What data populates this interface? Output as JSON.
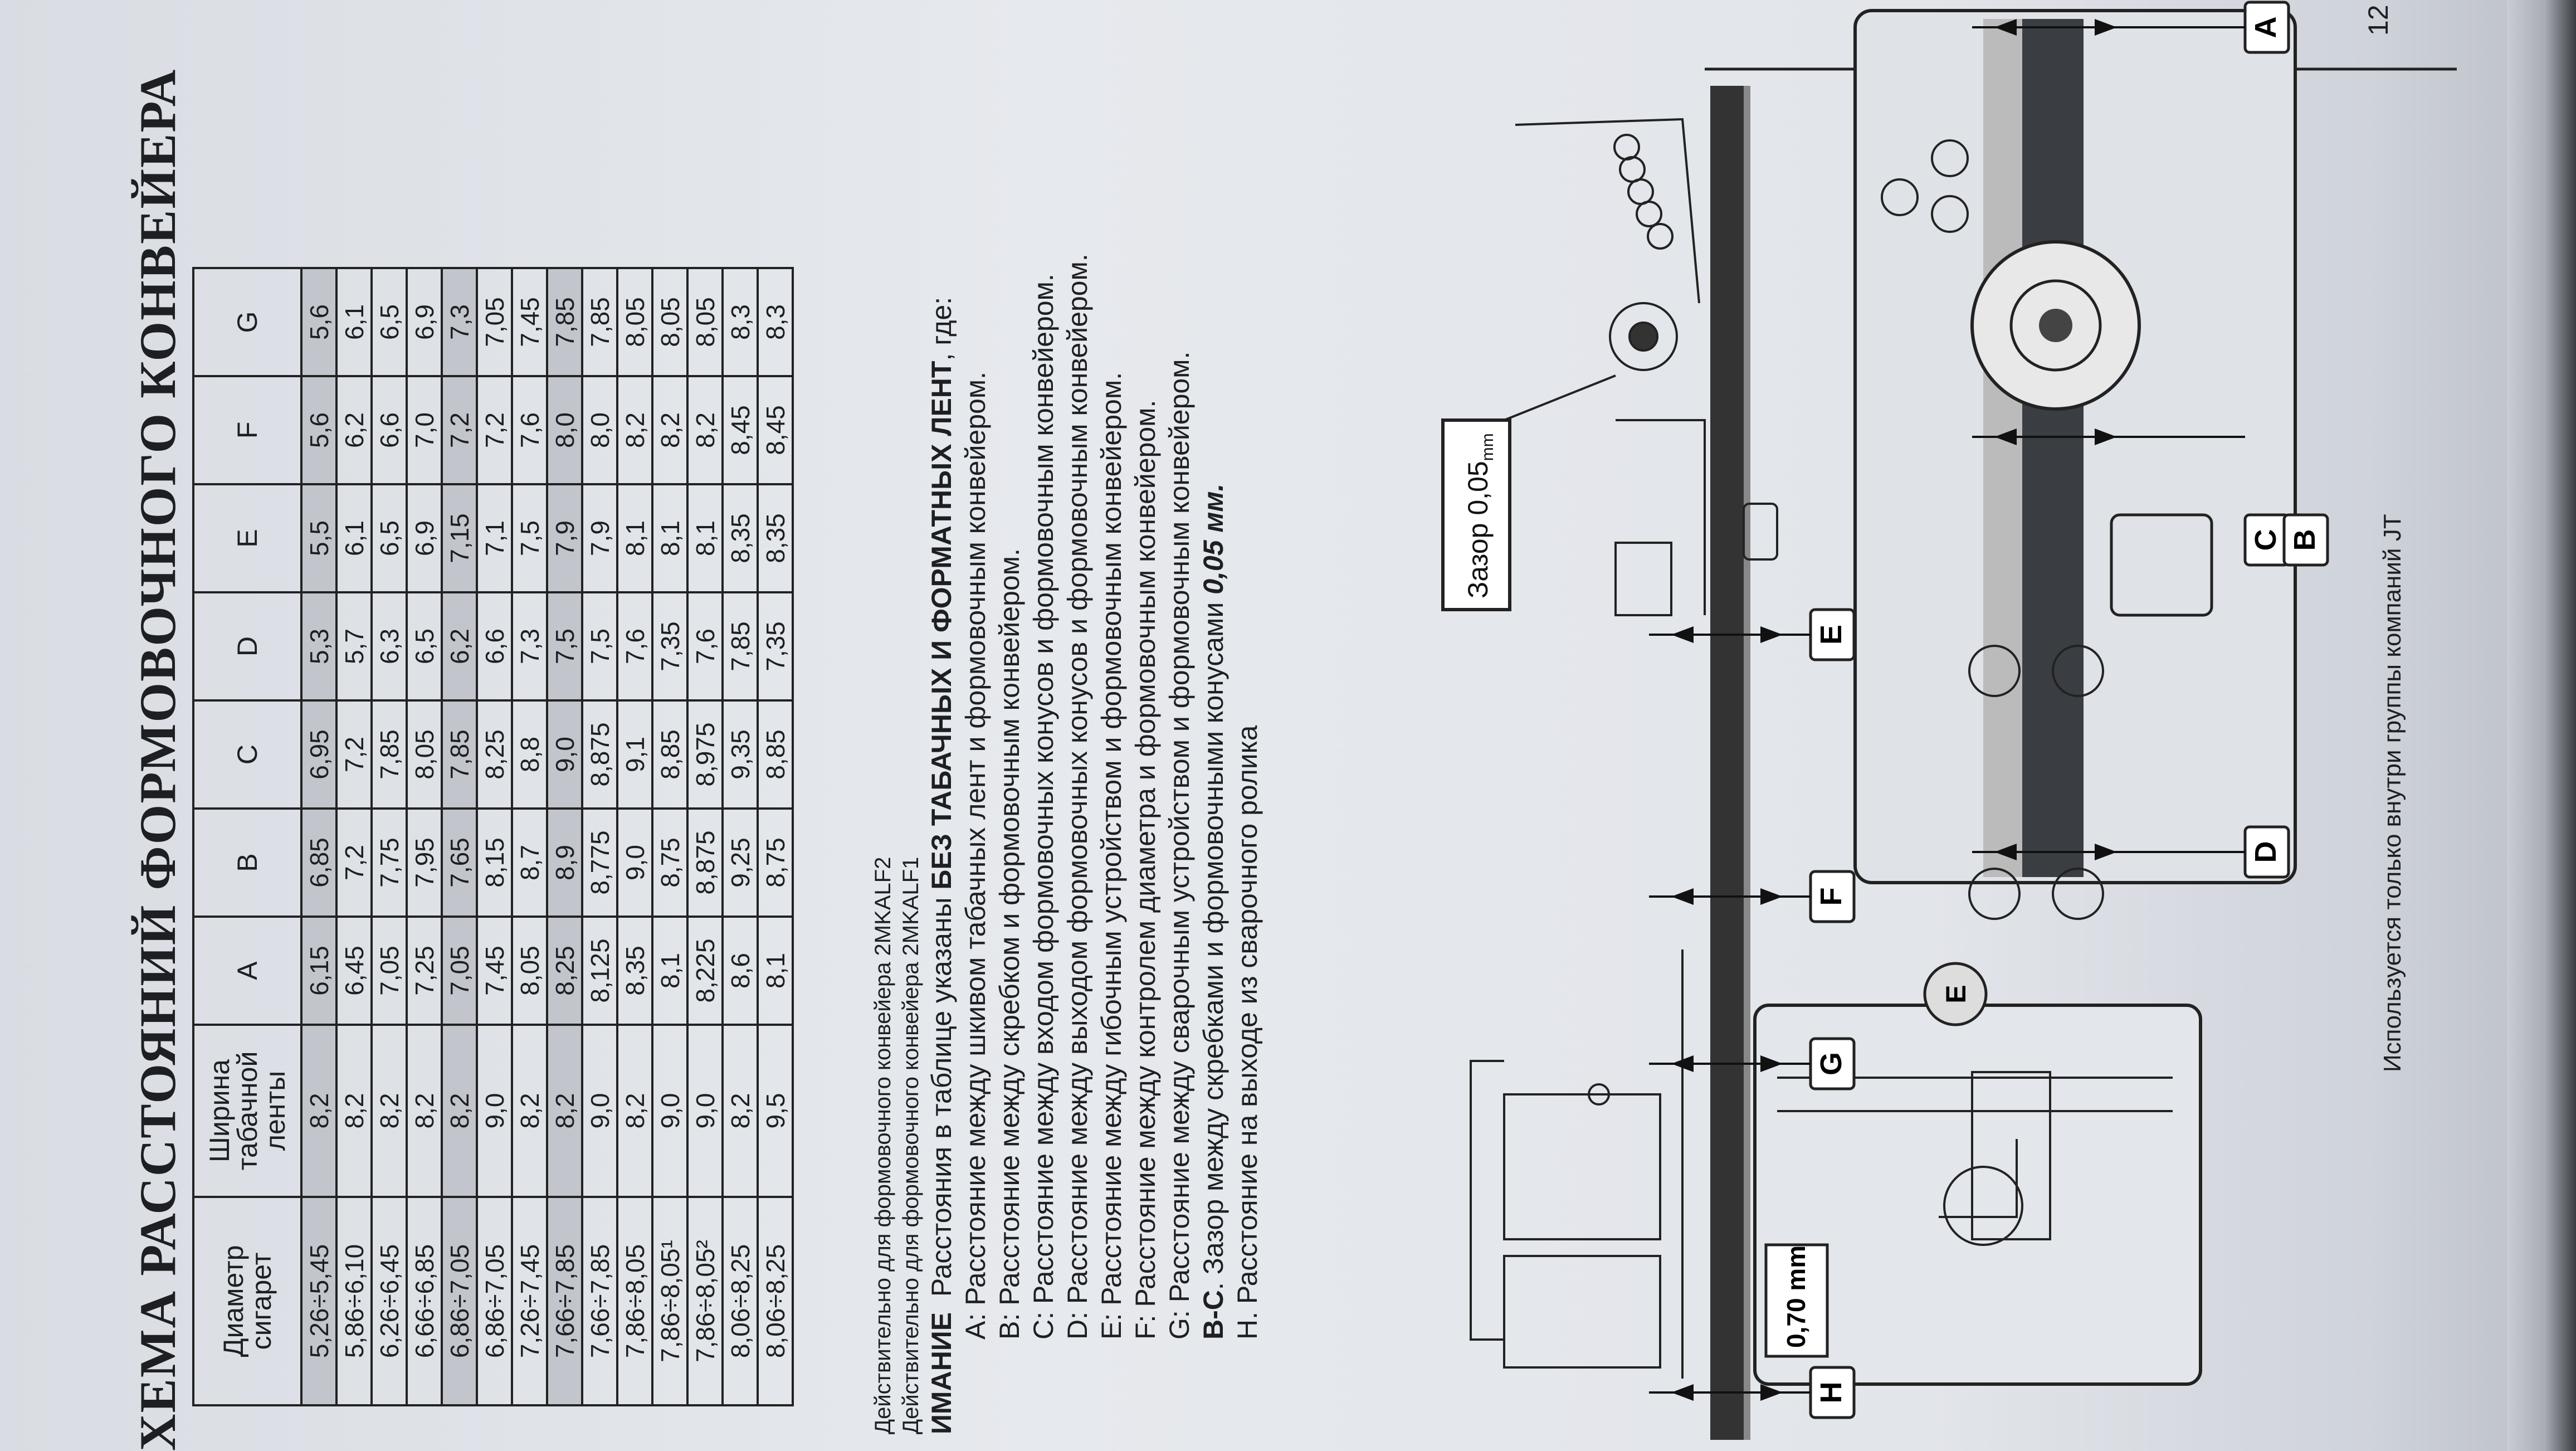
{
  "page": {
    "title": "ХЕМА РАССТОЯНИЙ ФОРМОВОЧНОГО КОНВЕЙЕРА",
    "table": {
      "headers": [
        "Диаметр сигарет",
        "Ширина табачной ленты",
        "A",
        "B",
        "C",
        "D",
        "E",
        "F",
        "G"
      ],
      "rows": [
        {
          "cells": [
            "5,26÷5,45",
            "8,2",
            "6,15",
            "6,85",
            "6,95",
            "5,3",
            "5,5",
            "5,6",
            "5,6"
          ],
          "highlight": true
        },
        {
          "cells": [
            "5,86÷6,10",
            "8,2",
            "6,45",
            "7,2",
            "7,2",
            "5,7",
            "6,1",
            "6,2",
            "6,1"
          ],
          "highlight": false
        },
        {
          "cells": [
            "6,26÷6,45",
            "8,2",
            "7,05",
            "7,75",
            "7,85",
            "6,3",
            "6,5",
            "6,6",
            "6,5"
          ],
          "highlight": false
        },
        {
          "cells": [
            "6,66÷6,85",
            "8,2",
            "7,25",
            "7,95",
            "8,05",
            "6,5",
            "6,9",
            "7,0",
            "6,9"
          ],
          "highlight": false
        },
        {
          "cells": [
            "6,86÷7,05",
            "8,2",
            "7,05",
            "7,65",
            "7,85",
            "6,2",
            "7,15",
            "7,2",
            "7,3"
          ],
          "highlight": true
        },
        {
          "cells": [
            "6,86÷7,05",
            "9,0",
            "7,45",
            "8,15",
            "8,25",
            "6,6",
            "7,1",
            "7,2",
            "7,05"
          ],
          "highlight": false
        },
        {
          "cells": [
            "7,26÷7,45",
            "8,2",
            "8,05",
            "8,7",
            "8,8",
            "7,3",
            "7,5",
            "7,6",
            "7,45"
          ],
          "highlight": false
        },
        {
          "cells": [
            "7,66÷7,85",
            "8,2",
            "8,25",
            "8,9",
            "9,0",
            "7,5",
            "7,9",
            "8,0",
            "7,85"
          ],
          "highlight": true
        },
        {
          "cells": [
            "7,66÷7,85",
            "9,0",
            "8,125",
            "8,775",
            "8,875",
            "7,5",
            "7,9",
            "8,0",
            "7,85"
          ],
          "highlight": false
        },
        {
          "cells": [
            "7,86÷8,05",
            "8,2",
            "8,35",
            "9,0",
            "9,1",
            "7,6",
            "8,1",
            "8,2",
            "8,05"
          ],
          "highlight": false
        },
        {
          "cells": [
            "7,86÷8,05¹",
            "9,0",
            "8,1",
            "8,75",
            "8,85",
            "7,35",
            "8,1",
            "8,2",
            "8,05"
          ],
          "highlight": false
        },
        {
          "cells": [
            "7,86÷8,05²",
            "9,0",
            "8,225",
            "8,875",
            "8,975",
            "7,6",
            "8,1",
            "8,2",
            "8,05"
          ],
          "highlight": false
        },
        {
          "cells": [
            "8,06÷8,25",
            "8,2",
            "8,6",
            "9,25",
            "9,35",
            "7,85",
            "8,35",
            "8,45",
            "8,3"
          ],
          "highlight": false
        },
        {
          "cells": [
            "8,06÷8,25",
            "9,5",
            "8,1",
            "8,75",
            "8,85",
            "7,35",
            "8,35",
            "8,45",
            "8,3"
          ],
          "highlight": false
        }
      ]
    },
    "notes": [
      "Действительно для формовочного конвейера 2MKALF2",
      "Действительно для формовочного конвейера 2MKALF1"
    ],
    "attention_label": "ИМАНИЕ",
    "intro_prefix": "Расстояния в таблице указаны ",
    "intro_bold": "БЕЗ ТАБАЧНЫХ И ФОРМАТНЫХ ЛЕНТ",
    "intro_suffix": ", где:",
    "legend": [
      {
        "key": "A",
        "text": ": Расстояние между шкивом табачных лент и формовочным конвейером."
      },
      {
        "key": "B",
        "text": ": Расстояние между скребком и формовочным конвейером."
      },
      {
        "key": "C",
        "text": ": Расстояние между входом формовочных конусов и формовочным конвейером."
      },
      {
        "key": "D",
        "text": ": Расстояние между выходом формовочных конусов и формовочным конвейером."
      },
      {
        "key": "E",
        "text": ": Расстояние между гибочным устройством и формовочным конвейером."
      },
      {
        "key": "F",
        "text": ": Расстояние между контролем диаметра и формовочным конвейером."
      },
      {
        "key": "G",
        "text": ": Расстояние между сварочным устройством и формовочным конвейером."
      },
      {
        "key": "B-C",
        "text": ". Зазор между скребками и формовочными конусами ",
        "bold_tail": "0,05 мм."
      },
      {
        "key": "H",
        "text": ".  Расстояние на выходе из сварочного ролика"
      }
    ],
    "diagram": {
      "gap_callout": "Зазор 0,05",
      "gap_unit": "mm",
      "detail_dim": "0,70 mm",
      "labels": [
        "A",
        "B",
        "C",
        "D",
        "E",
        "F",
        "G",
        "H"
      ],
      "detail_label": "E"
    },
    "footer": "Используется только внутри группы компаний JT",
    "page_number": "12"
  }
}
